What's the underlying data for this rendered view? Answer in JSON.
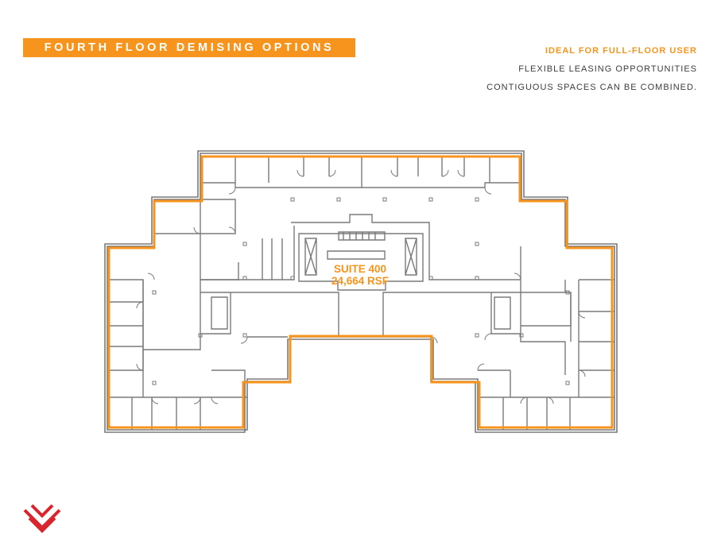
{
  "header": {
    "title": "FOURTH FLOOR DEMISING OPTIONS",
    "feature_highlight": "IDEAL FOR FULL-FLOOR USER",
    "feature_line_2": "FLEXIBLE LEASING OPPORTUNITIES",
    "feature_line_3": "CONTIGUOUS SPACES CAN BE COMBINED."
  },
  "floorplan": {
    "suite_name": "SUITE 400",
    "suite_area": "24,664 RSF"
  },
  "colors": {
    "accent": "#f7941d",
    "wall": "#7a7a7a",
    "text": "#3c3c3c",
    "logo": "#d7262e"
  }
}
